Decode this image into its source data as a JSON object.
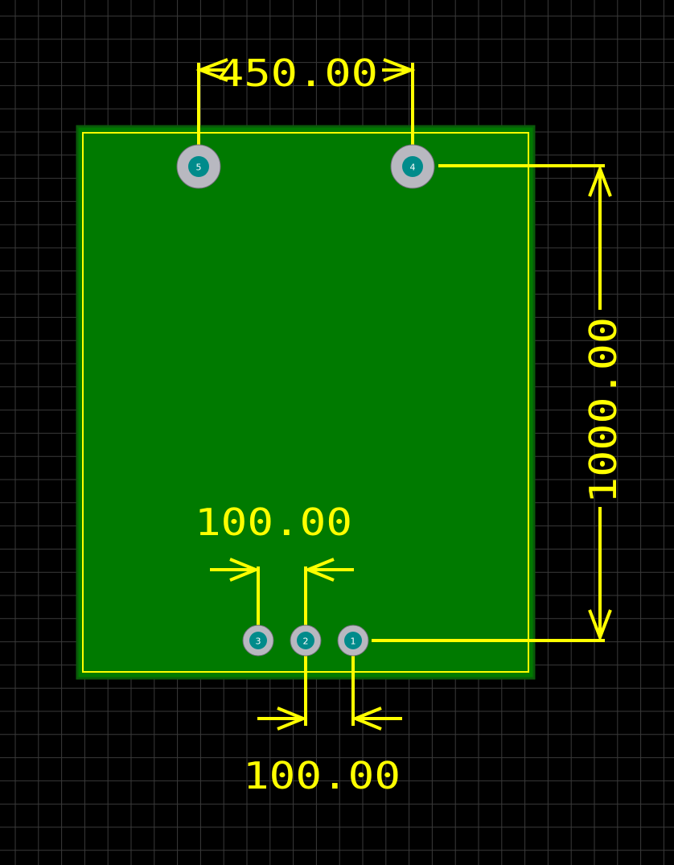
{
  "colors": {
    "background": "#000000",
    "grid": "#3a3a3a",
    "board_fill": "#007a00",
    "board_edge": "#0a5a0a",
    "outline": "#ffff00",
    "dimension": "#ffff00",
    "pad_ring": "#b8b8c0",
    "pad_center": "#008b8b",
    "pad_label": "#ffffff"
  },
  "pads": [
    {
      "number": "1",
      "size": "small"
    },
    {
      "number": "2",
      "size": "small"
    },
    {
      "number": "3",
      "size": "small"
    },
    {
      "number": "4",
      "size": "large"
    },
    {
      "number": "5",
      "size": "large"
    }
  ],
  "dimensions": {
    "top_spacing": "450.00",
    "right_height": "1000.00",
    "upper_pitch": "100.00",
    "lower_pitch": "100.00"
  }
}
